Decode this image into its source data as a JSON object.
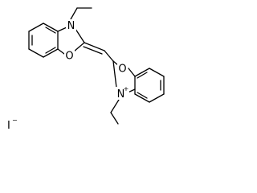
{
  "molecule": {
    "atoms": {
      "n_top": "N",
      "o_top": "O",
      "o_bottom": "O",
      "n_bottom": "N",
      "n_bottom_charge": "+"
    },
    "counter_ion": {
      "symbol": "I",
      "charge": "−"
    },
    "colors": {
      "ink": "#000000",
      "background": "#ffffff"
    }
  }
}
